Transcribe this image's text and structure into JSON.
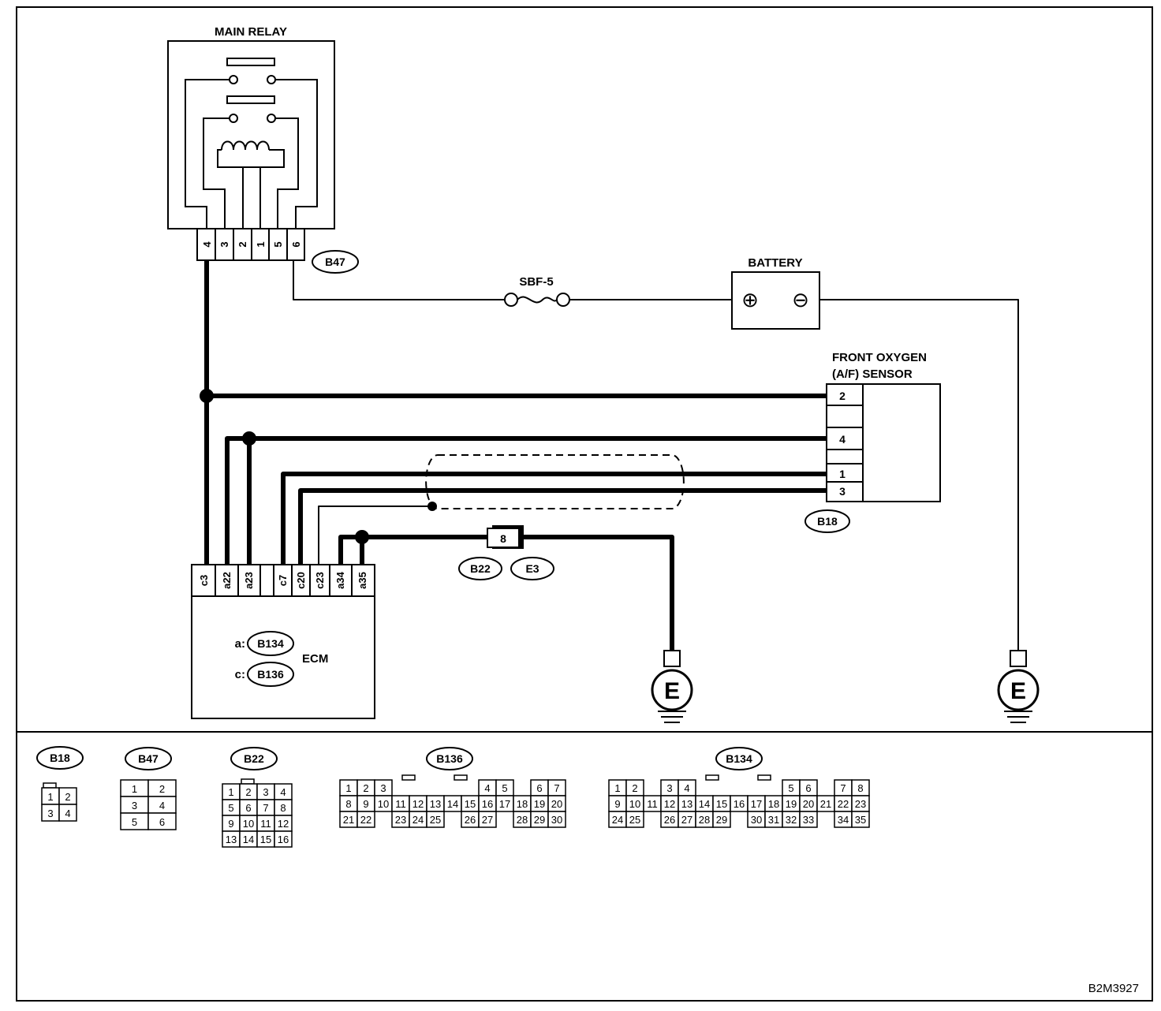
{
  "main_relay": {
    "title": "MAIN RELAY",
    "pins": [
      "4",
      "3",
      "2",
      "1",
      "5",
      "6"
    ],
    "connector": "B47"
  },
  "fuse": {
    "label": "SBF-5"
  },
  "battery": {
    "label": "BATTERY",
    "plus": "⊕",
    "minus": "⊖"
  },
  "sensor": {
    "label_line1": "FRONT OXYGEN",
    "label_line2": "(A/F) SENSOR",
    "pins": [
      "2",
      "4",
      "1",
      "3"
    ],
    "connector": "B18"
  },
  "joint": {
    "pin": "8",
    "connector_a": "B22",
    "connector_b": "E3"
  },
  "ecm": {
    "label": "ECM",
    "pins": [
      "c3",
      "a22",
      "a23",
      "c7",
      "c20",
      "c23",
      "a34",
      "a35"
    ],
    "prefix_a": "a:",
    "conn_a": "B134",
    "prefix_c": "c:",
    "conn_c": "B136"
  },
  "ground": {
    "symbol": "E"
  },
  "connector_views": {
    "b18": {
      "label": "B18",
      "rows": [
        [
          "1",
          "2"
        ],
        [
          "3",
          "4"
        ]
      ]
    },
    "b47": {
      "label": "B47",
      "rows": [
        [
          "1",
          "2"
        ],
        [
          "3",
          "4"
        ],
        [
          "5",
          "6"
        ]
      ]
    },
    "b22": {
      "label": "B22",
      "rows": [
        [
          "1",
          "2",
          "3",
          "4"
        ],
        [
          "5",
          "6",
          "7",
          "8"
        ],
        [
          "9",
          "10",
          "11",
          "12"
        ],
        [
          "13",
          "14",
          "15",
          "16"
        ]
      ]
    },
    "b136": {
      "label": "B136",
      "rows": [
        [
          "1",
          "2",
          "3",
          "",
          "",
          "",
          "",
          "",
          "4",
          "5",
          "",
          "6",
          "7"
        ],
        [
          "8",
          "9",
          "10",
          "11",
          "12",
          "13",
          "14",
          "15",
          "16",
          "17",
          "18",
          "19",
          "20"
        ],
        [
          "21",
          "22",
          "",
          "23",
          "24",
          "25",
          "",
          "26",
          "27",
          "",
          "28",
          "29",
          "30"
        ]
      ]
    },
    "b134": {
      "label": "B134",
      "rows": [
        [
          "1",
          "2",
          "",
          "3",
          "4",
          "",
          "",
          "",
          "",
          "",
          "5",
          "6",
          "",
          "7",
          "8"
        ],
        [
          "9",
          "10",
          "11",
          "12",
          "13",
          "14",
          "15",
          "16",
          "17",
          "18",
          "19",
          "20",
          "21",
          "22",
          "23"
        ],
        [
          "24",
          "25",
          "",
          "26",
          "27",
          "28",
          "29",
          "",
          "30",
          "31",
          "32",
          "33",
          "",
          "34",
          "35"
        ]
      ]
    }
  },
  "figure_code": "B2M3927"
}
